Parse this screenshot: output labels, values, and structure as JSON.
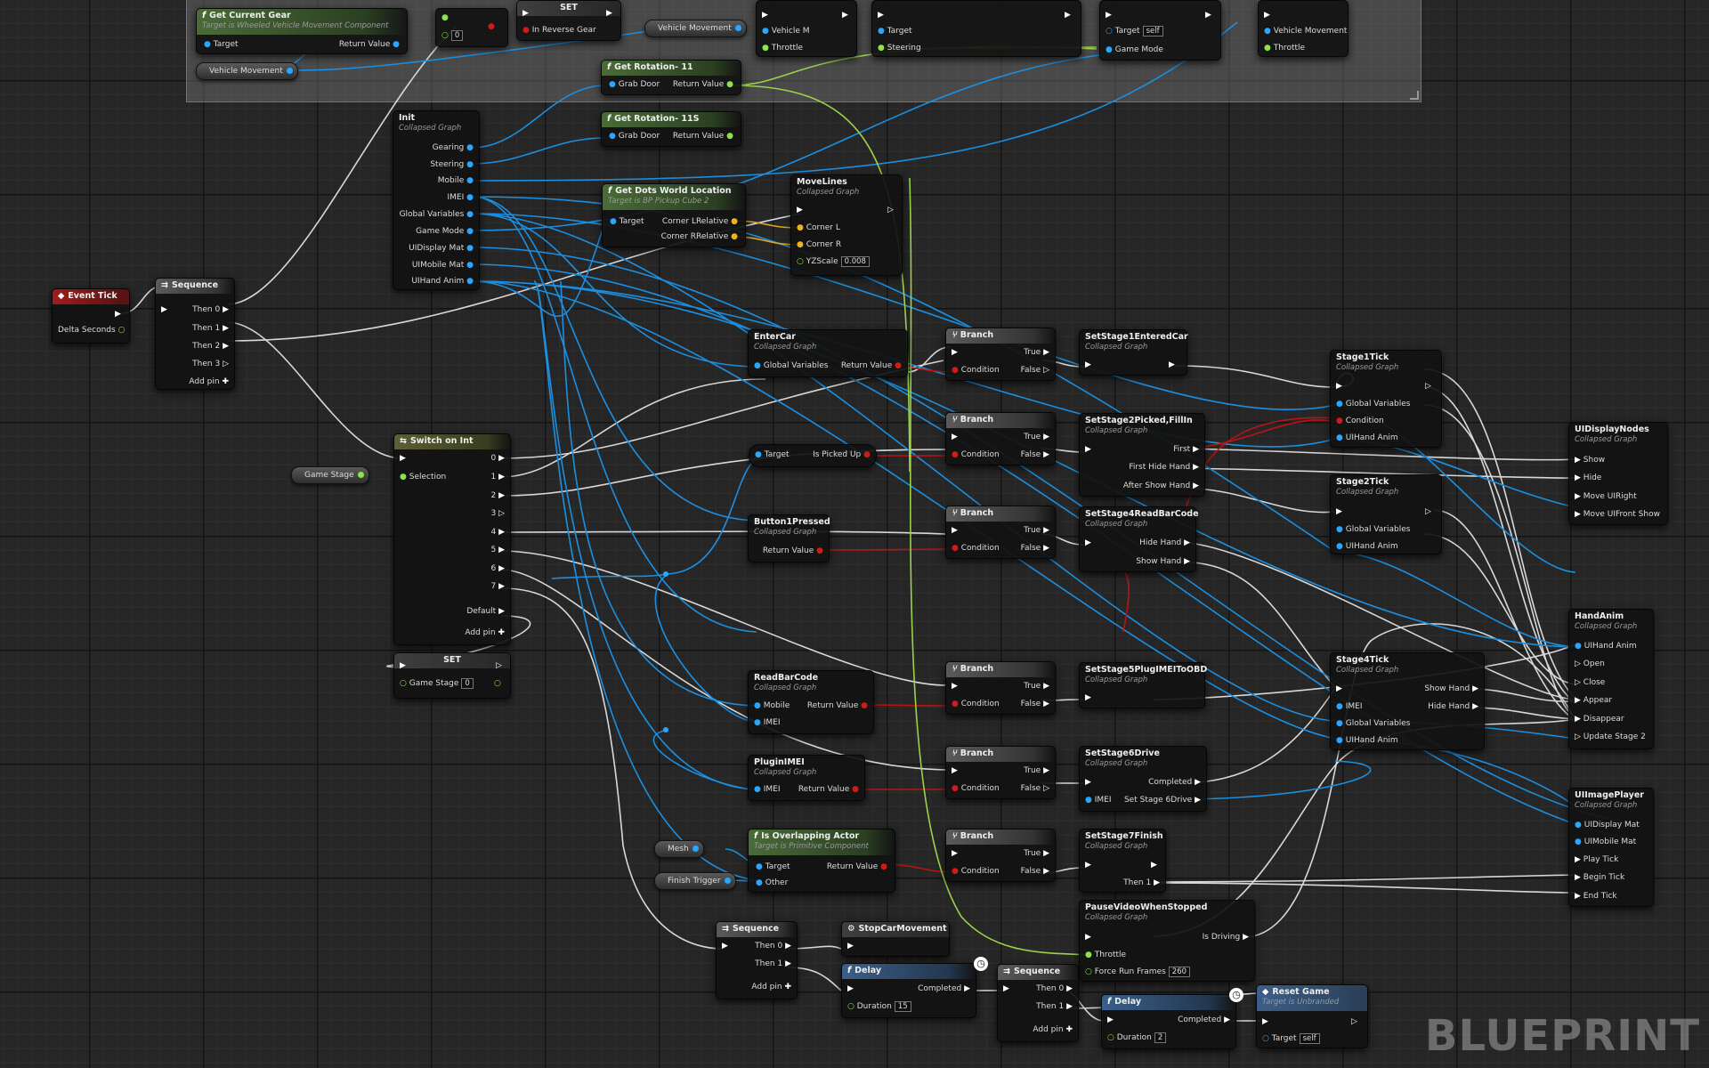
{
  "colors": {
    "exec": "#ffffff",
    "object": "#2aa6ff",
    "bool": "#d11b1b",
    "float": "#8ee34d",
    "vector": "#f0b320"
  },
  "watermark": "BLUEPRINT",
  "vars": {
    "vehicle_movement_1": "Vehicle Movement",
    "vehicle_movement_2": "Vehicle Movement",
    "game_stage": "Game Stage",
    "mesh": "Mesh",
    "finish_trigger": "Finish Trigger"
  },
  "nodes": {
    "get_current_gear": {
      "title": "Get Current Gear",
      "subtitle": "Target is Wheeled Vehicle Movement Component",
      "target": "Target",
      "return": "Return Value"
    },
    "compare": {
      "value": "0"
    },
    "set_top": {
      "title": "SET",
      "pin": "In Reverse Gear"
    },
    "vehicle_m": {
      "pin1": "Vehicle M",
      "pin2": "Throttle"
    },
    "set_steer": {
      "pin1": "Target",
      "pin2": "Steering"
    },
    "set_mode": {
      "pin1": "Target",
      "pin1_value": "self",
      "pin2": "Game Mode"
    },
    "vm_throttle": {
      "pin1": "Vehicle Movement",
      "pin2": "Throttle"
    },
    "get_rot_11": {
      "title": "Get Rotation- 11",
      "pin_in": "Grab Door",
      "pin_out": "Return Value"
    },
    "get_rot_11s": {
      "title": "Get Rotation- 11S",
      "pin_in": "Grab Door",
      "pin_out": "Return Value"
    },
    "init": {
      "title": "Init",
      "subtitle": "Collapsed Graph",
      "pins": [
        "Gearing",
        "Steering",
        "Mobile",
        "IMEI",
        "Global Variables",
        "Game Mode",
        "UIDisplay Mat",
        "UIMobile Mat",
        "UIHand Anim"
      ]
    },
    "get_dots": {
      "title": "Get Dots World Location",
      "subtitle": "Target is BP Pickup Cube 2",
      "target": "Target",
      "out1": "Corner LRelative",
      "out2": "Corner RRelative"
    },
    "movelines": {
      "title": "MoveLines",
      "subtitle": "Collapsed Graph",
      "pin1": "Corner L",
      "pin2": "Corner R",
      "pin3": "YZScale",
      "pin3_value": "0.008"
    },
    "event_tick": {
      "title": "Event Tick",
      "pin": "Delta Seconds"
    },
    "sequence_main": {
      "title": "Sequence",
      "pins": [
        "Then 0",
        "Then 1",
        "Then 2",
        "Then 3"
      ],
      "add": "Add pin"
    },
    "switch": {
      "title": "Switch on Int",
      "selection": "Selection",
      "cases": [
        "0",
        "1",
        "2",
        "3",
        "4",
        "5",
        "6",
        "7"
      ],
      "default": "Default",
      "add": "Add pin"
    },
    "set_stage": {
      "title": "SET",
      "pin": "Game Stage",
      "value": "0"
    },
    "entercar": {
      "title": "EnterCar",
      "subtitle": "Collapsed Graph",
      "pin_in": "Global Variables",
      "pin_out": "Return Value"
    },
    "is_picked": {
      "pin_in": "Target",
      "pin_out": "Is Picked Up"
    },
    "button1": {
      "title": "Button1Pressed",
      "subtitle": "Collapsed Graph",
      "pin_out": "Return Value"
    },
    "readbarcode": {
      "title": "ReadBarCode",
      "subtitle": "Collapsed Graph",
      "pin1": "Mobile",
      "pin_out": "Return Value",
      "pin2": "IMEI"
    },
    "pluginimei": {
      "title": "PluginIMEI",
      "subtitle": "Collapsed Graph",
      "pin1": "IMEI",
      "pin_out": "Return Value"
    },
    "overlap": {
      "title": "Is Overlapping Actor",
      "subtitle": "Target is Primitive Component",
      "target": "Target",
      "other": "Other",
      "pin_out": "Return Value"
    },
    "branch": {
      "title": "Branch",
      "t": "True",
      "f": "False",
      "cond": "Condition"
    },
    "stage1": {
      "title": "SetStage1EnteredCar",
      "subtitle": "Collapsed Graph"
    },
    "stage2": {
      "title": "SetStage2Picked,FillIn",
      "subtitle": "Collapsed Graph",
      "pins": [
        "First",
        "First Hide Hand",
        "After Show Hand"
      ]
    },
    "stage4": {
      "title": "SetStage4ReadBarCode",
      "subtitle": "Collapsed Graph",
      "pins": [
        "Hide Hand",
        "Show Hand"
      ]
    },
    "stage5": {
      "title": "SetStage5PlugIMEIToOBD",
      "subtitle": "Collapsed Graph"
    },
    "stage6": {
      "title": "SetStage6Drive",
      "subtitle": "Collapsed Graph",
      "completed": "Completed",
      "imei": "IMEI",
      "out": "Set Stage 6Drive"
    },
    "stage7": {
      "title": "SetStage7Finish",
      "subtitle": "Collapsed Graph",
      "then1": "Then 1"
    },
    "pausevideo": {
      "title": "PauseVideoWhenStopped",
      "subtitle": "Collapsed Graph",
      "driving": "Is Driving",
      "throttle": "Throttle",
      "force": "Force Run Frames",
      "force_value": "260"
    },
    "seq2": {
      "title": "Sequence",
      "then0": "Then 0",
      "then1": "Then 1",
      "add": "Add pin"
    },
    "stopcar": {
      "title": "StopCarMovement"
    },
    "delay1": {
      "title": "Delay",
      "completed": "Completed",
      "duration": "Duration",
      "value": "15"
    },
    "seq3": {
      "title": "Sequence",
      "then0": "Then 0",
      "then1": "Then 1",
      "add": "Add pin"
    },
    "delay2": {
      "title": "Delay",
      "completed": "Completed",
      "duration": "Duration",
      "value": "2"
    },
    "reset": {
      "title": "Reset Game",
      "subtitle": "Target is Unbranded",
      "target": "Target",
      "value": "self"
    },
    "stage1tick": {
      "title": "Stage1Tick",
      "subtitle": "Collapsed Graph",
      "pins": [
        "Global Variables",
        "Condition",
        "UIHand Anim"
      ]
    },
    "stage2tick": {
      "title": "Stage2Tick",
      "subtitle": "Collapsed Graph",
      "pins": [
        "Global Variables",
        "UIHand Anim"
      ]
    },
    "stage4tick": {
      "title": "Stage4Tick",
      "subtitle": "Collapsed Graph",
      "out1": "Show Hand",
      "out2": "Hide Hand",
      "pins": [
        "IMEI",
        "Global Variables",
        "UIHand Anim"
      ]
    },
    "uidisplaynodes": {
      "title": "UIDisplayNodes",
      "subtitle": "Collapsed Graph",
      "pins": [
        "Show",
        "Hide",
        "Move UIRight",
        "Move UIFront Show"
      ]
    },
    "handanim": {
      "title": "HandAnim",
      "subtitle": "Collapsed Graph",
      "pins": [
        "UIHand Anim",
        "Open",
        "Close",
        "Appear",
        "Disappear",
        "Update Stage 2"
      ]
    },
    "uiimageplayer": {
      "title": "UIImagePlayer",
      "subtitle": "Collapsed Graph",
      "pins": [
        "UIDisplay Mat",
        "UIMobile Mat",
        "Play Tick",
        "Begin Tick",
        "End Tick"
      ]
    }
  }
}
